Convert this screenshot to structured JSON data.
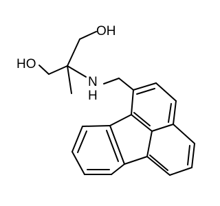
{
  "structure": {
    "atoms": {
      "oh_top": "OH",
      "ho_left": "HO",
      "amine_n": "N",
      "amine_h": "H"
    }
  }
}
